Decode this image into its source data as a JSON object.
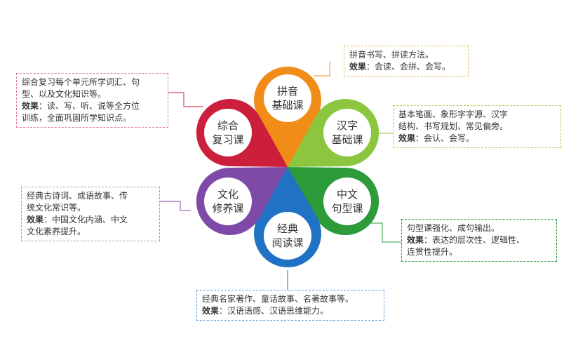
{
  "colors": {
    "orange": "#f28c18",
    "green_light": "#8cc63e",
    "green_dark": "#2e9b3a",
    "blue": "#1f72c4",
    "purple": "#7e4aa8",
    "red": "#cc1f3c"
  },
  "effect_label": "效果",
  "courses": [
    {
      "id": "pinyin",
      "name_line1": "拼音",
      "name_line2": "基础课",
      "desc_lines": [
        "拼音书写、拼读方法。"
      ],
      "effect": "会读、会拼、会写。",
      "color": "#f28c18"
    },
    {
      "id": "hanzi",
      "name_line1": "汉字",
      "name_line2": "基础课",
      "desc_lines": [
        "基本笔画、象形字字源、汉字",
        "结构、书写规划、常见偏旁。"
      ],
      "effect": "会认、会写。",
      "color": "#8cc63e"
    },
    {
      "id": "juxing",
      "name_line1": "中文",
      "name_line2": "句型课",
      "desc_lines": [
        "句型课强化、成句输出。"
      ],
      "effect_lines": [
        "表达的层次性、逻辑性、",
        "连贯性提升。"
      ],
      "color": "#2e9b3a"
    },
    {
      "id": "jingdian",
      "name_line1": "经典",
      "name_line2": "阅读课",
      "desc_lines": [
        "经典名家著作、童话故事、名著故事等。"
      ],
      "effect": "汉语语感、汉语思维能力。",
      "color": "#1f72c4"
    },
    {
      "id": "wenhua",
      "name_line1": "文化",
      "name_line2": "修养课",
      "desc_lines": [
        "经典古诗词、成语故事、传",
        "统文化常识等。"
      ],
      "effect_lines": [
        "中国文化内涵、中文",
        "文化素养提升。"
      ],
      "color": "#7e4aa8"
    },
    {
      "id": "zonghe",
      "name_line1": "综合",
      "name_line2": "复习课",
      "desc_lines": [
        "综合复习每个单元所学词汇、句",
        "型、以及文化知识等。"
      ],
      "effect_lines": [
        "读、写、听、说等全方位",
        "训练，全面巩固所学知识点。"
      ],
      "color": "#cc1f3c"
    }
  ]
}
